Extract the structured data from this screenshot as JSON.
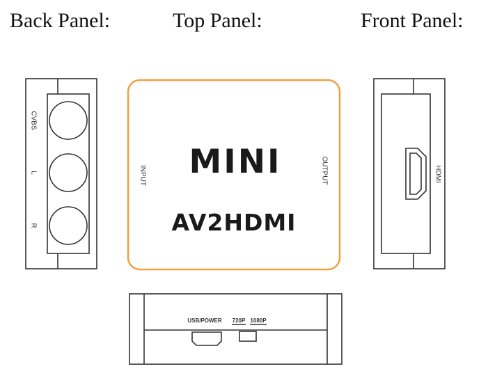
{
  "titles": {
    "back": "Back Panel:",
    "top": "Top Panel:",
    "front": "Front Panel:"
  },
  "back_panel": {
    "labels": [
      "CVBS",
      "L",
      "R"
    ]
  },
  "top_panel": {
    "line1": "MINI",
    "line2": "AV2HDMI",
    "left_label": "INPUT",
    "right_label": "OUTPUT",
    "outline_color": "#f0a040"
  },
  "front_panel": {
    "port_label": "HDMI"
  },
  "side_panel": {
    "usb_label": "USB/POWER",
    "switch_left_label": "720P",
    "switch_right_label": "1080P"
  },
  "colors": {
    "line": "#333333",
    "accent": "#f0a040"
  }
}
